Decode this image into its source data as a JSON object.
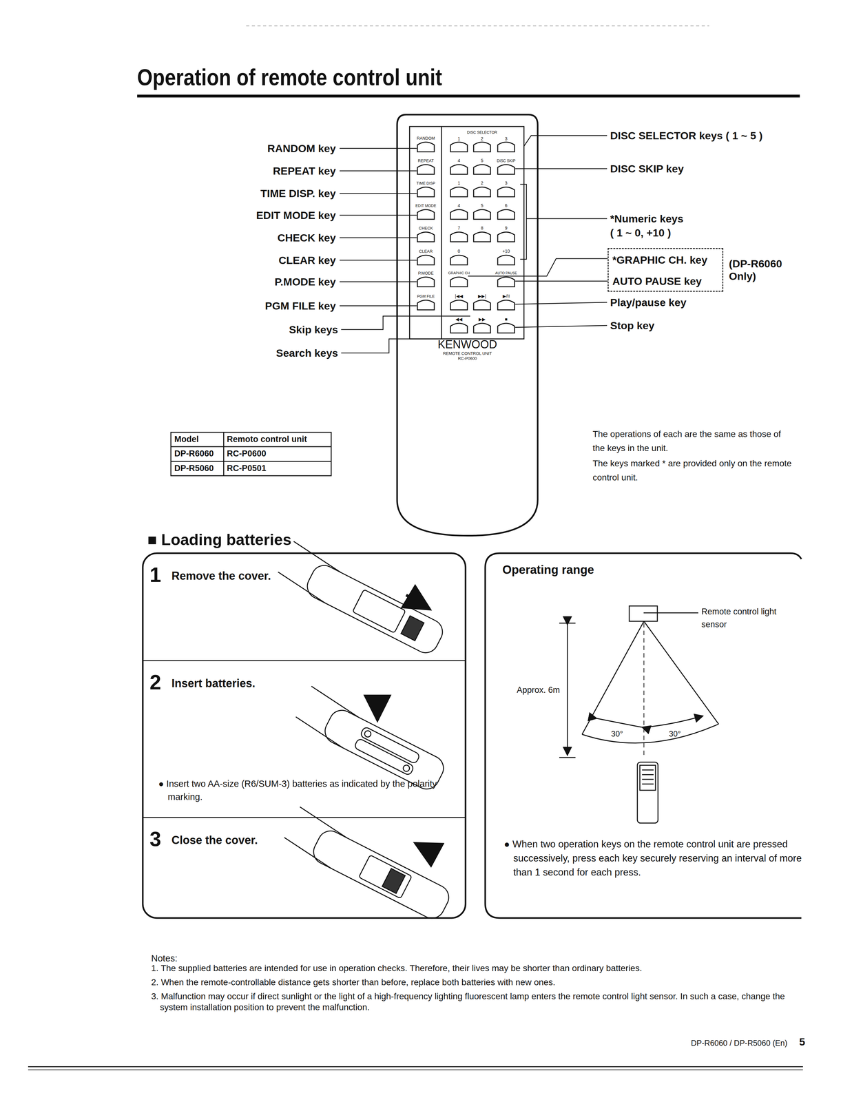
{
  "diagram": {
    "title": "Operation of remote control unit",
    "nodes": [
      {
        "text": [
          "KENWOOD",
          "REMOTE CONTROL UNIT RC-P0600"
        ]
      },
      {
        "text": [
          "*GRAPHIC CH. key",
          "AUTO PAUSE key"
        ]
      },
      {
        "text": [
          "1",
          "Remove the cover."
        ]
      },
      {
        "text": [
          "2",
          "Insert batteries.",
          "● Insert two AA-size (R6/SUM-3) batteries as indicated by the polarity marking."
        ]
      },
      {
        "text": [
          "3",
          "Close the cover."
        ]
      },
      {
        "text": [
          "Operating range",
          "● When two operation keys on the remote control unit are pressed successively, press each key securely reserving an interval of more than 1 second for each press."
        ]
      }
    ],
    "labels": [
      "RANDOM key",
      "REPEAT key",
      "TIME DISP. key",
      "EDIT MODE key",
      "CHECK key",
      "CLEAR key",
      "P.MODE key",
      "PGM FILE key",
      "Skip keys",
      "Search keys",
      "DISC SELECTOR keys ( 1 ~ 5 )",
      "DISC SKIP key",
      "*Numeric keys",
      "( 1 ~ 0, +10 )",
      "(DP-R6060",
      "Only)",
      "Play/pause key",
      "Stop key",
      "RANDOM",
      "REPEAT",
      "TIME DISP",
      "EDIT MODE",
      "CHECK",
      "CLEAR",
      "P.MODE",
      "PGM FILE",
      "DISC SELECTOR",
      "1",
      "2",
      "3",
      "4",
      "5",
      "DISC SKIP",
      "1",
      "2",
      "3",
      "4",
      "5",
      "6",
      "7",
      "8",
      "9",
      "0",
      "+10",
      "GRAPHIC CH",
      "AUTO PAUSE",
      "|◀◀",
      "▶▶|",
      "▶/II",
      "◀◀",
      "▶▶",
      "■",
      "Model",
      "Remoto control unit",
      "DP-R6060",
      "RC-P0600",
      "DP-R5060",
      "RC-P0501",
      "The operations of each are the same as those of the keys in the unit.",
      "The keys marked * are provided only on the remote control unit.",
      "■ Loading batteries",
      "Remote control light sensor",
      "Approx. 6m",
      "30°",
      "30°",
      "Notes:",
      "1. The supplied batteries are intended for use in operation checks. Therefore, their lives may be shorter than ordinary batteries.",
      "2. When the remote-controllable distance gets shorter than before, replace both batteries with new ones.",
      "3. Malfunction may occur if direct sunlight or the light of a high-frequency lighting fluorescent lamp enters the remote control light sensor. In such a case, change the system installation position to prevent the malfunction.",
      "DP-R6060 / DP-R5060 (En)",
      "5"
    ]
  }
}
